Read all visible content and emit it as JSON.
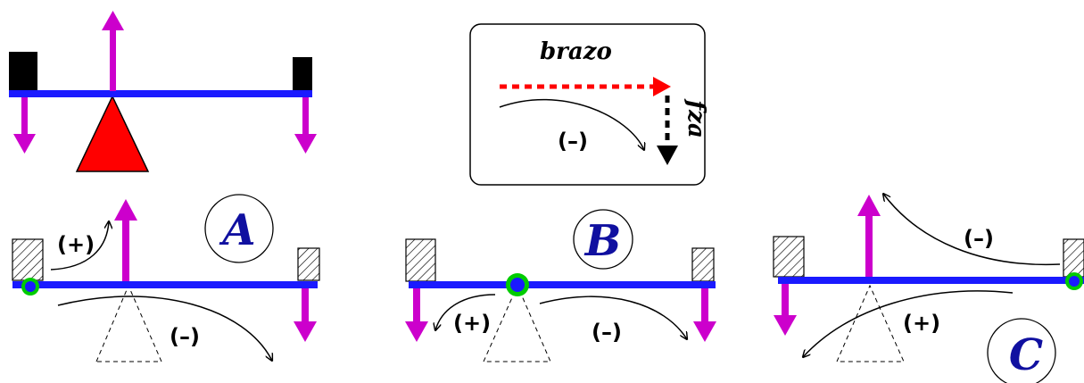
{
  "colors": {
    "lever": "#1a1aff",
    "force": "#cc00cc",
    "fulcrum": "#ff0000",
    "weight": "#000000",
    "pivot": "#00cc00",
    "letter": "#1010a0",
    "arm": "#ff0000",
    "force_arrow": "#000000"
  },
  "legend": {
    "arm_label": "brazo",
    "force_label": "fza",
    "sign": "(–)"
  },
  "panels": {
    "a": {
      "letter": "A",
      "sign_left": "(+)",
      "sign_right": "(–)"
    },
    "b": {
      "letter": "B",
      "sign_left": "(+)",
      "sign_right": "(–)"
    },
    "c": {
      "letter": "C",
      "sign_top": "(–)",
      "sign_bottom": "(+)"
    }
  }
}
